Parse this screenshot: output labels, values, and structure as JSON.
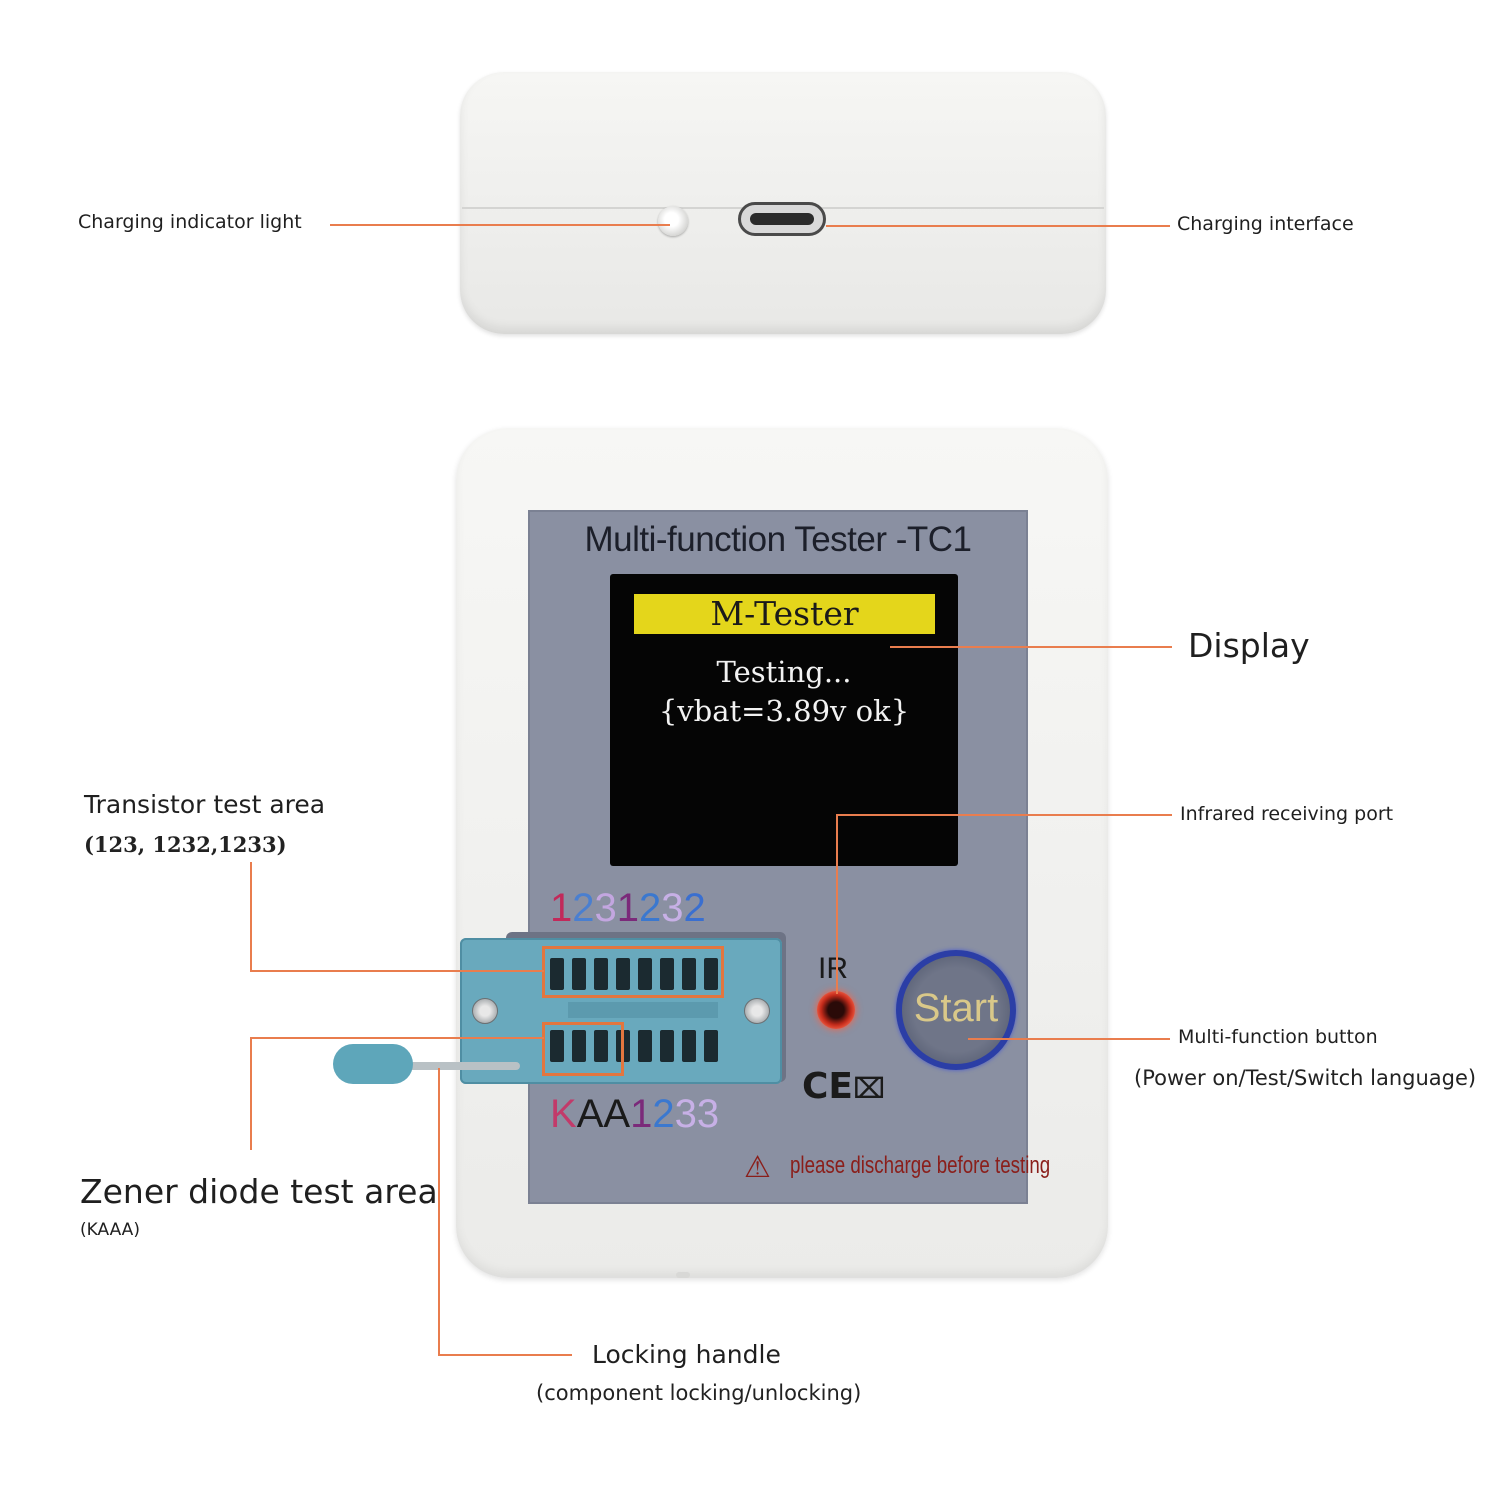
{
  "callouts": {
    "charging_indicator": "Charging indicator light",
    "charging_interface": "Charging interface",
    "display": "Display",
    "transistor_title": "Transistor test area",
    "transistor_sub": "(123, 1232,1233)",
    "infrared": "Infrared receiving port",
    "multi_button": "Multi-function button",
    "multi_button_sub": "(Power on/Test/Switch language)",
    "zener_title": "Zener diode test area",
    "zener_sub": "(KAAA)",
    "locking_handle": "Locking handle",
    "locking_handle_sub": "(component locking/unlocking)"
  },
  "device": {
    "panel_title": "Multi-function Tester -TC1",
    "screen_header": "M-Tester",
    "screen_line1": "Testing...",
    "screen_line2": "{vbat=3.89v ok}",
    "pin_top": [
      "1",
      "2",
      "3",
      "1",
      "2",
      "3",
      "2"
    ],
    "pin_bottom": [
      "K",
      "A",
      "A",
      "1",
      "2",
      "3",
      "3"
    ],
    "ir_label": "IR",
    "start_label": "Start",
    "ce_mark": "CE",
    "warning": "please discharge before testing"
  },
  "colors": {
    "callout_line": "#e97d4e",
    "panel": "#8a90a2",
    "screen_header": "#e4d61b",
    "socket": "#69a9bd",
    "start_ring": "#2b3ea6",
    "pin_colors_top": [
      "#c2295a",
      "#4a7fd0",
      "#c3a6e0",
      "#7b2a7a",
      "#3b78cf",
      "#c7b0e6",
      "#3a6fd0"
    ],
    "pin_colors_bottom": [
      "#c23a6a",
      "#1a1a1a",
      "#1a1a1a",
      "#7b2a7a",
      "#3b78cf",
      "#c7b0e6",
      "#c7b0e6"
    ]
  },
  "icons": {
    "warning": "warning-triangle-icon",
    "disposal": "crossed-bin-icon"
  }
}
